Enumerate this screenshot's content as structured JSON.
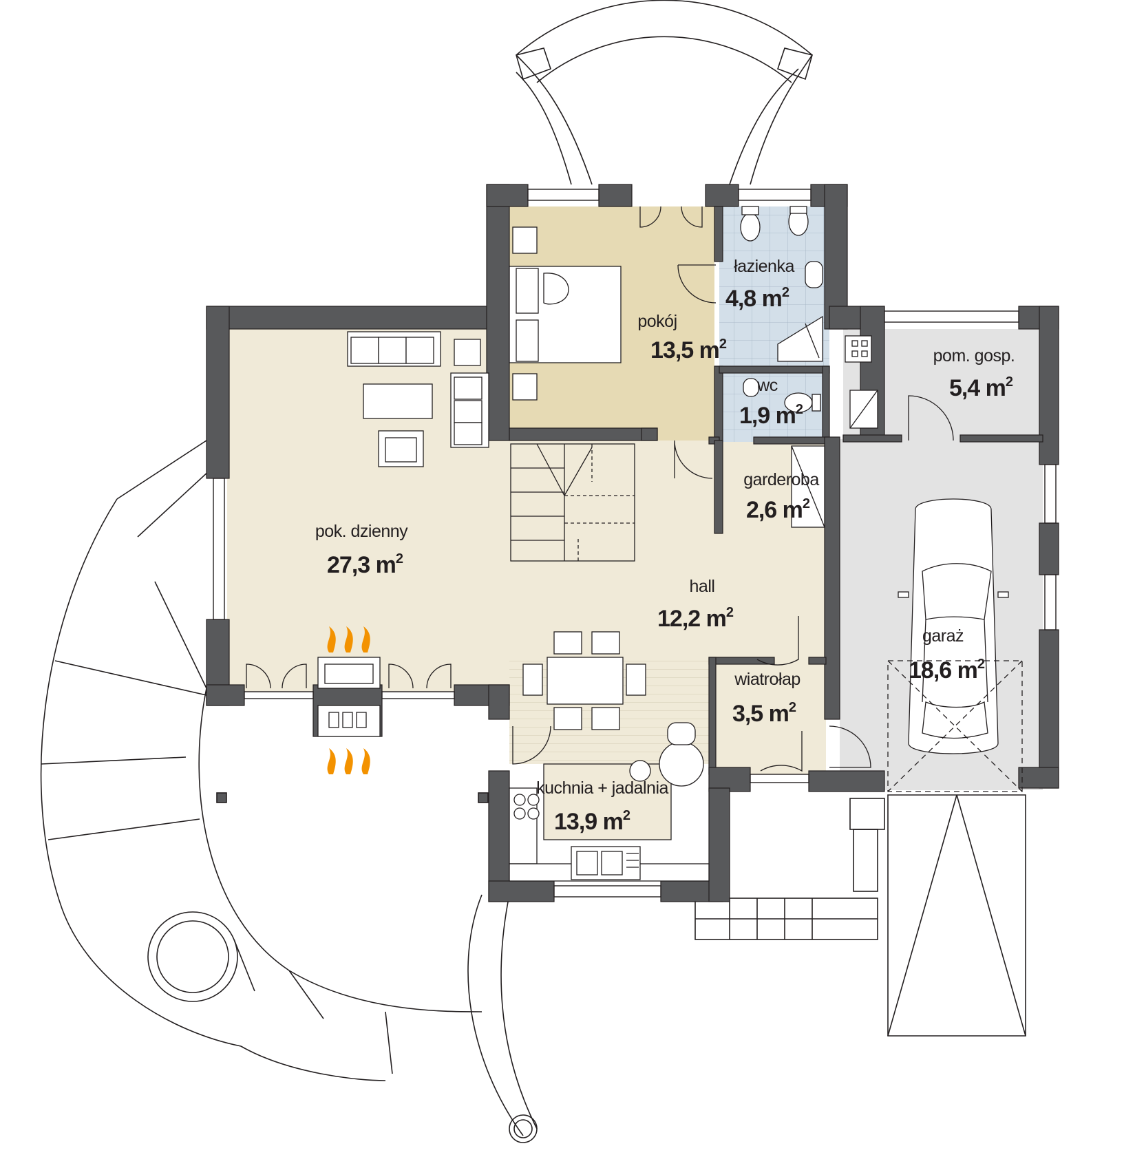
{
  "colors": {
    "wall": "#58595b",
    "outline": "#231f20",
    "living_floor": "#f0ead8",
    "bedroom_floor": "#e6dab4",
    "bathroom_floor": "#d3dfe9",
    "garage_floor": "#e3e3e3",
    "flame": "#f39200"
  },
  "rooms": {
    "pokoj": {
      "label": "pokój",
      "area": "13,5 m",
      "unit_sup": "2"
    },
    "lazienka": {
      "label": "łazienka",
      "area": "4,8 m",
      "unit_sup": "2"
    },
    "wc": {
      "label": "wc",
      "area": "1,9 m",
      "unit_sup": "2"
    },
    "pom_gosp": {
      "label": "pom. gosp.",
      "area": "5,4 m",
      "unit_sup": "2"
    },
    "garderoba": {
      "label": "garderoba",
      "area": "2,6 m",
      "unit_sup": "2"
    },
    "pok_dzienny": {
      "label": "pok. dzienny",
      "area": "27,3 m",
      "unit_sup": "2"
    },
    "hall": {
      "label": "hall",
      "area": "12,2 m",
      "unit_sup": "2"
    },
    "garaz": {
      "label": "garaż",
      "area": "18,6 m",
      "unit_sup": "2"
    },
    "wiatrolap": {
      "label": "wiatrołap",
      "area": "3,5 m",
      "unit_sup": "2"
    },
    "kuchnia": {
      "label": "kuchnia + jadalnia",
      "area": "13,9 m",
      "unit_sup": "2"
    }
  },
  "icons": [
    "fireplace-icon",
    "flame-icon",
    "car-icon",
    "stairs-icon",
    "bed-icon",
    "sofa-icon",
    "dining-table-icon",
    "toilet-icon",
    "shower-icon",
    "stove-icon",
    "sink-icon",
    "door-swing-icon"
  ]
}
